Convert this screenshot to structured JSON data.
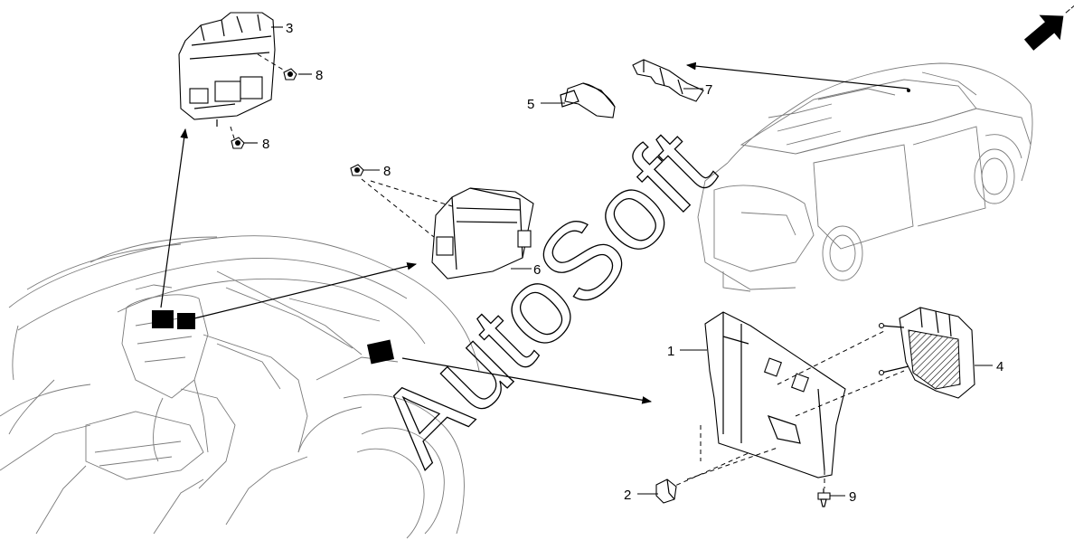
{
  "watermark": "AutoSoft",
  "callouts": [
    {
      "id": "1",
      "label": "1"
    },
    {
      "id": "2",
      "label": "2"
    },
    {
      "id": "3",
      "label": "3"
    },
    {
      "id": "4",
      "label": "4"
    },
    {
      "id": "5",
      "label": "5"
    },
    {
      "id": "6",
      "label": "6"
    },
    {
      "id": "7",
      "label": "7"
    },
    {
      "id": "8a",
      "label": "8"
    },
    {
      "id": "8b",
      "label": "8"
    },
    {
      "id": "8c",
      "label": "8"
    },
    {
      "id": "9",
      "label": "9"
    }
  ],
  "icons": {
    "front_direction": "front-arrow-icon"
  },
  "colors": {
    "line": "#000000",
    "light_line": "#7a7a7a",
    "background": "#ffffff"
  }
}
